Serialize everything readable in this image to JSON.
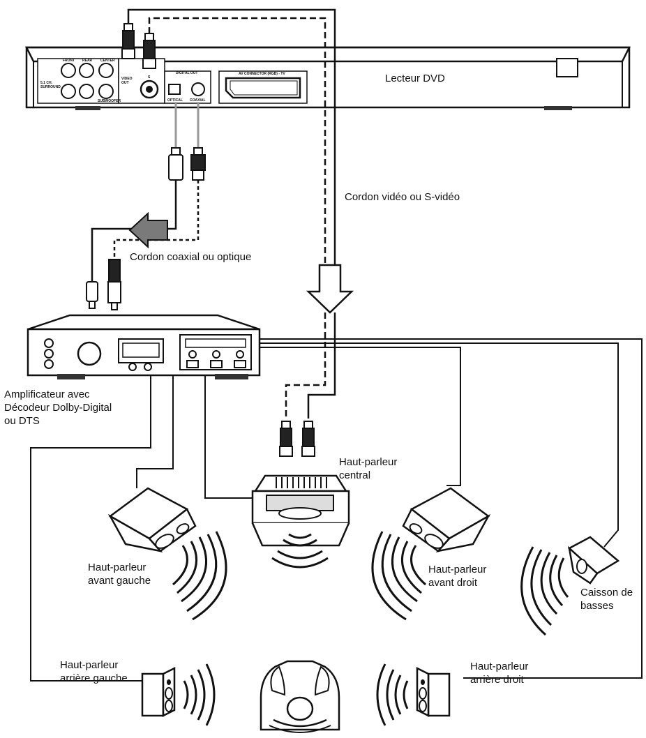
{
  "labels": {
    "dvd_player": "Lecteur DVD",
    "video_cable": "Cordon vidéo ou S-vidéo",
    "coax_optical_cable": "Cordon coaxial ou optique",
    "amplifier": "Amplificateur avec\nDécodeur Dolby-Digital\nou DTS",
    "center_speaker": "Haut-parleur\ncentral",
    "front_left_speaker": "Haut-parleur\navant gauche",
    "front_right_speaker": "Haut-parleur\navant droit",
    "subwoofer": "Caisson de\nbasses",
    "rear_left_speaker": "Haut-parleur\narrière gauche",
    "rear_right_speaker": "Haut-parleur\narrière droit"
  },
  "dvd_panel": {
    "surround_label": "5.1 CH.\nSURROUND",
    "front": "FRONT",
    "rear": "REAR",
    "center": "CENTER",
    "subwoofer": "SUBWOOFER",
    "video_out": "VIDEO\nOUT",
    "s_video": "S",
    "digital_out": "DIGITAL OUT",
    "optical": "OPTICAL",
    "coaxial": "COAXIAL",
    "av_connector": "AV CONNECTOR (RGB) - TV"
  },
  "colors": {
    "line": "#111111",
    "cable_gray": "#9a9a9a",
    "arrow_gray": "#7a7a7a"
  }
}
